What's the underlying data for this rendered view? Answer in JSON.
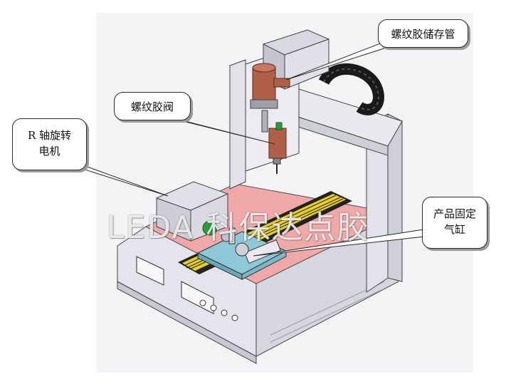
{
  "callouts": {
    "storage": {
      "lines": [
        "螺纹胶储存管"
      ]
    },
    "valve": {
      "lines": [
        "螺纹胶阀"
      ]
    },
    "motor": {
      "lines": [
        "R 轴旋转",
        "电机"
      ]
    },
    "cylinder": {
      "lines": [
        "产品固定",
        "气缸"
      ]
    }
  },
  "watermark": {
    "text": "LEDA 科保达点胶"
  },
  "colors": {
    "table_top": "#f0a8a8",
    "frame": "#e2e2ea",
    "copper": "#b06048",
    "fixture_plate": "#8cc8d8",
    "rail_stripe": "#e8d020"
  }
}
